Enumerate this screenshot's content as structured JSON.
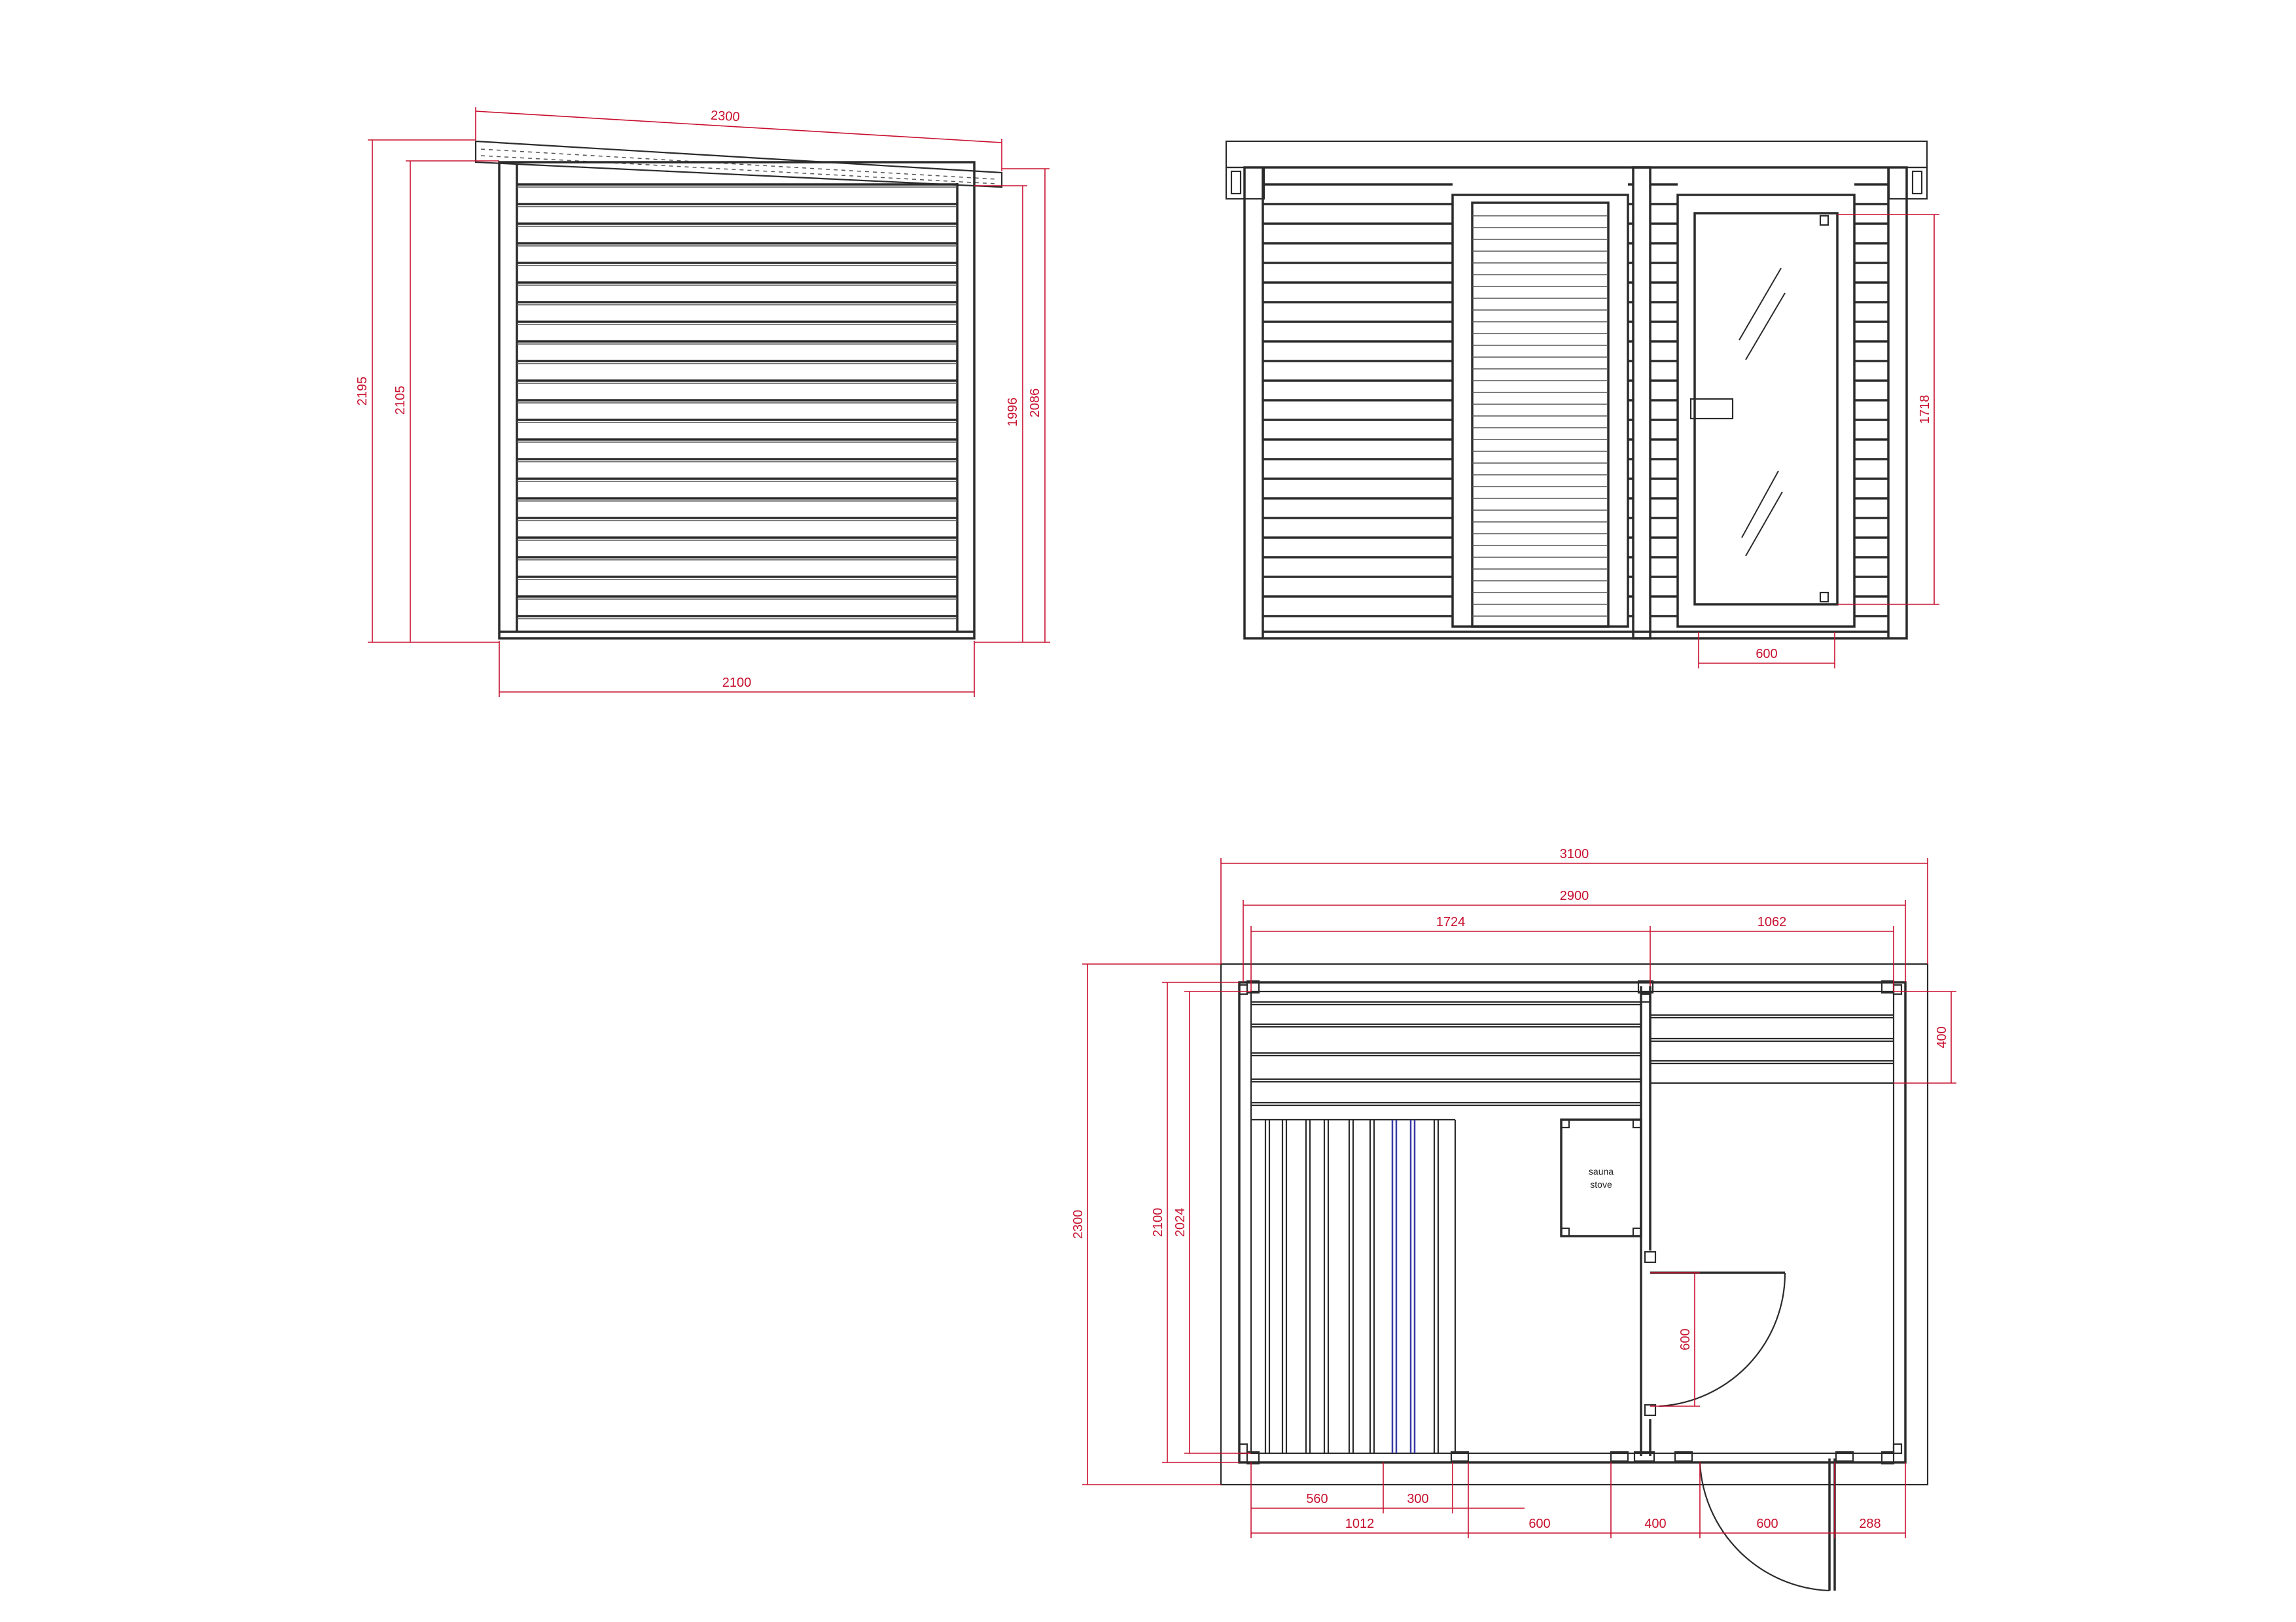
{
  "side_elevation": {
    "dims": {
      "roof_length": "2300",
      "base_width": "2100",
      "height_outer_left": "2195",
      "height_inner_left": "2105",
      "height_inner_right": "1996",
      "height_outer_right": "2086"
    }
  },
  "front_elevation": {
    "dims": {
      "door_width": "600",
      "door_height": "1718"
    }
  },
  "floor_plan": {
    "stove_label_line1": "sauna",
    "stove_label_line2": "stove",
    "dims": {
      "total_width": "3100",
      "inner_width": "2900",
      "left_room": "1724",
      "right_room": "1062",
      "bench_depth": "400",
      "total_depth": "2300",
      "depth_2100": "2100",
      "depth_2024": "2024",
      "door_opening": "600",
      "bottom_560": "560",
      "bottom_300": "300",
      "bottom_1012": "1012",
      "bottom_600a": "600",
      "bottom_400": "400",
      "bottom_600b": "600",
      "bottom_288": "288"
    }
  },
  "colors": {
    "line": "#2b2b2b",
    "dimension": "#c8102e",
    "bench_highlight": "#3a3aa8"
  }
}
